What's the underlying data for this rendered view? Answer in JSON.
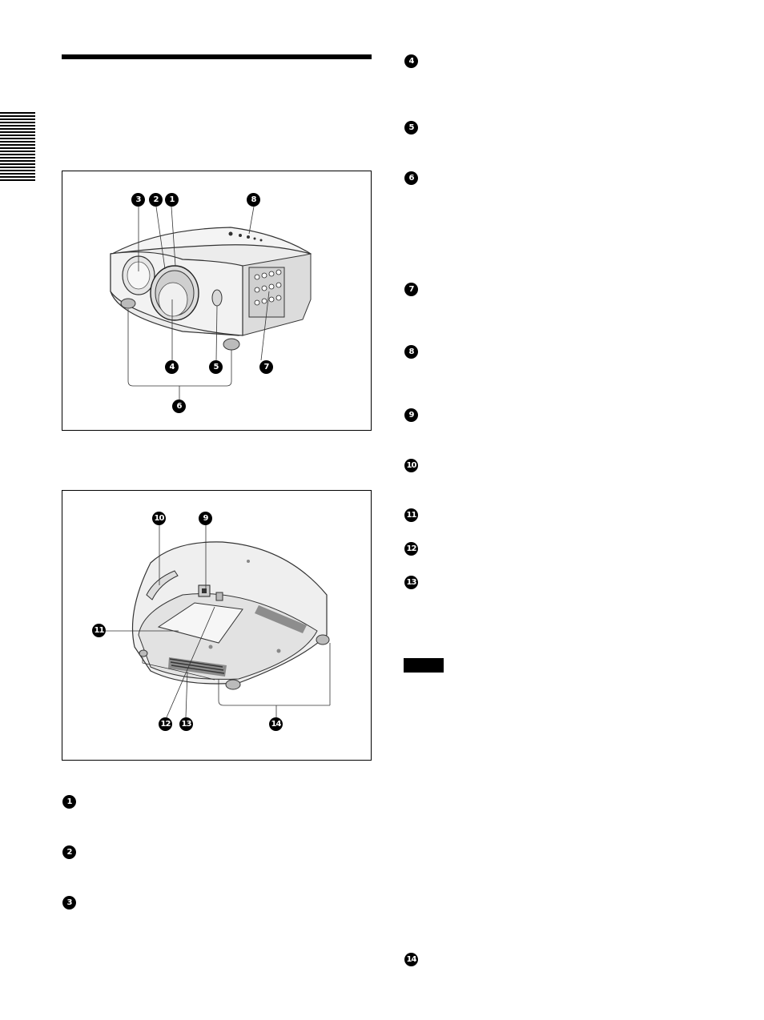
{
  "front_view": {
    "callouts": [
      "1",
      "2",
      "3",
      "4",
      "5",
      "6",
      "7",
      "8"
    ]
  },
  "bottom_view": {
    "callouts": [
      "9",
      "10",
      "11",
      "12",
      "13",
      "14"
    ]
  },
  "left_column_markers": [
    "1",
    "2",
    "3"
  ],
  "right_column_markers": [
    "4",
    "5",
    "6",
    "7",
    "8",
    "9",
    "10",
    "11",
    "12",
    "13",
    "14"
  ],
  "colors": {
    "ink": "#000000",
    "paper": "#ffffff",
    "line": "#333333",
    "fill": "#e8e8e8"
  }
}
